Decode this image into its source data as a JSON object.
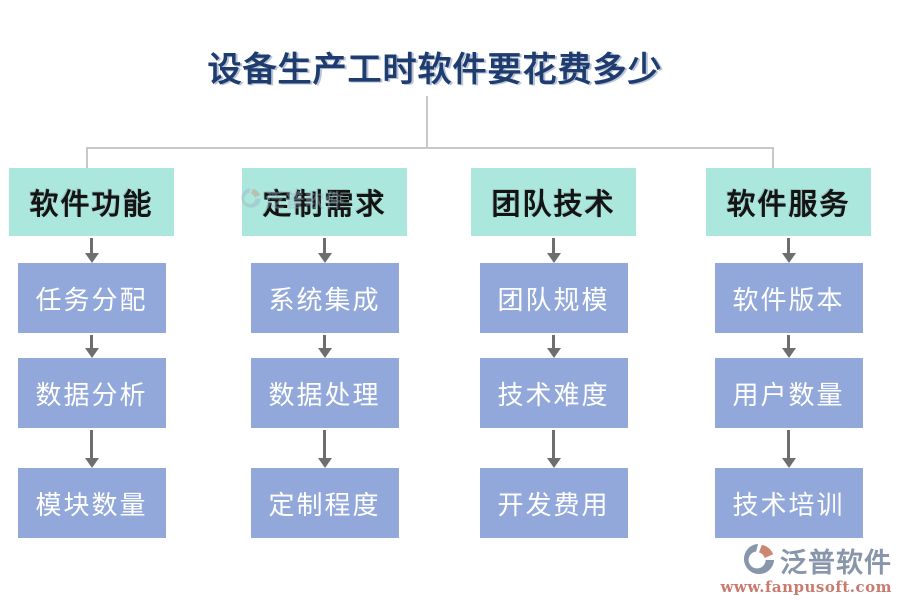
{
  "title": {
    "text": "设备生产工时软件要花费多少"
  },
  "columns": [
    {
      "header": "软件功能",
      "items": [
        "任务分配",
        "数据分析",
        "模块数量"
      ]
    },
    {
      "header": "定制需求",
      "items": [
        "系统集成",
        "数据处理",
        "定制程度"
      ]
    },
    {
      "header": "团队技术",
      "items": [
        "团队规模",
        "技术难度",
        "开发费用"
      ]
    },
    {
      "header": "软件服务",
      "items": [
        "软件版本",
        "用户数量",
        "技术培训"
      ]
    }
  ],
  "watermark": {
    "text": "泛普软件"
  },
  "logo": {
    "name": "泛普软件",
    "url": "www.fanpusoft.com",
    "icon": "fanpu-logo-icon"
  },
  "colors": {
    "header_bg": "#abe7dd",
    "node_bg": "#92a8da",
    "title_text": "#1e3c6e",
    "arrow": "#6e6e6e",
    "connector_line": "#c8c8c8",
    "logo_name": "#8896ac",
    "logo_url": "#c97a6d",
    "logo_accent": "#cc8774"
  }
}
